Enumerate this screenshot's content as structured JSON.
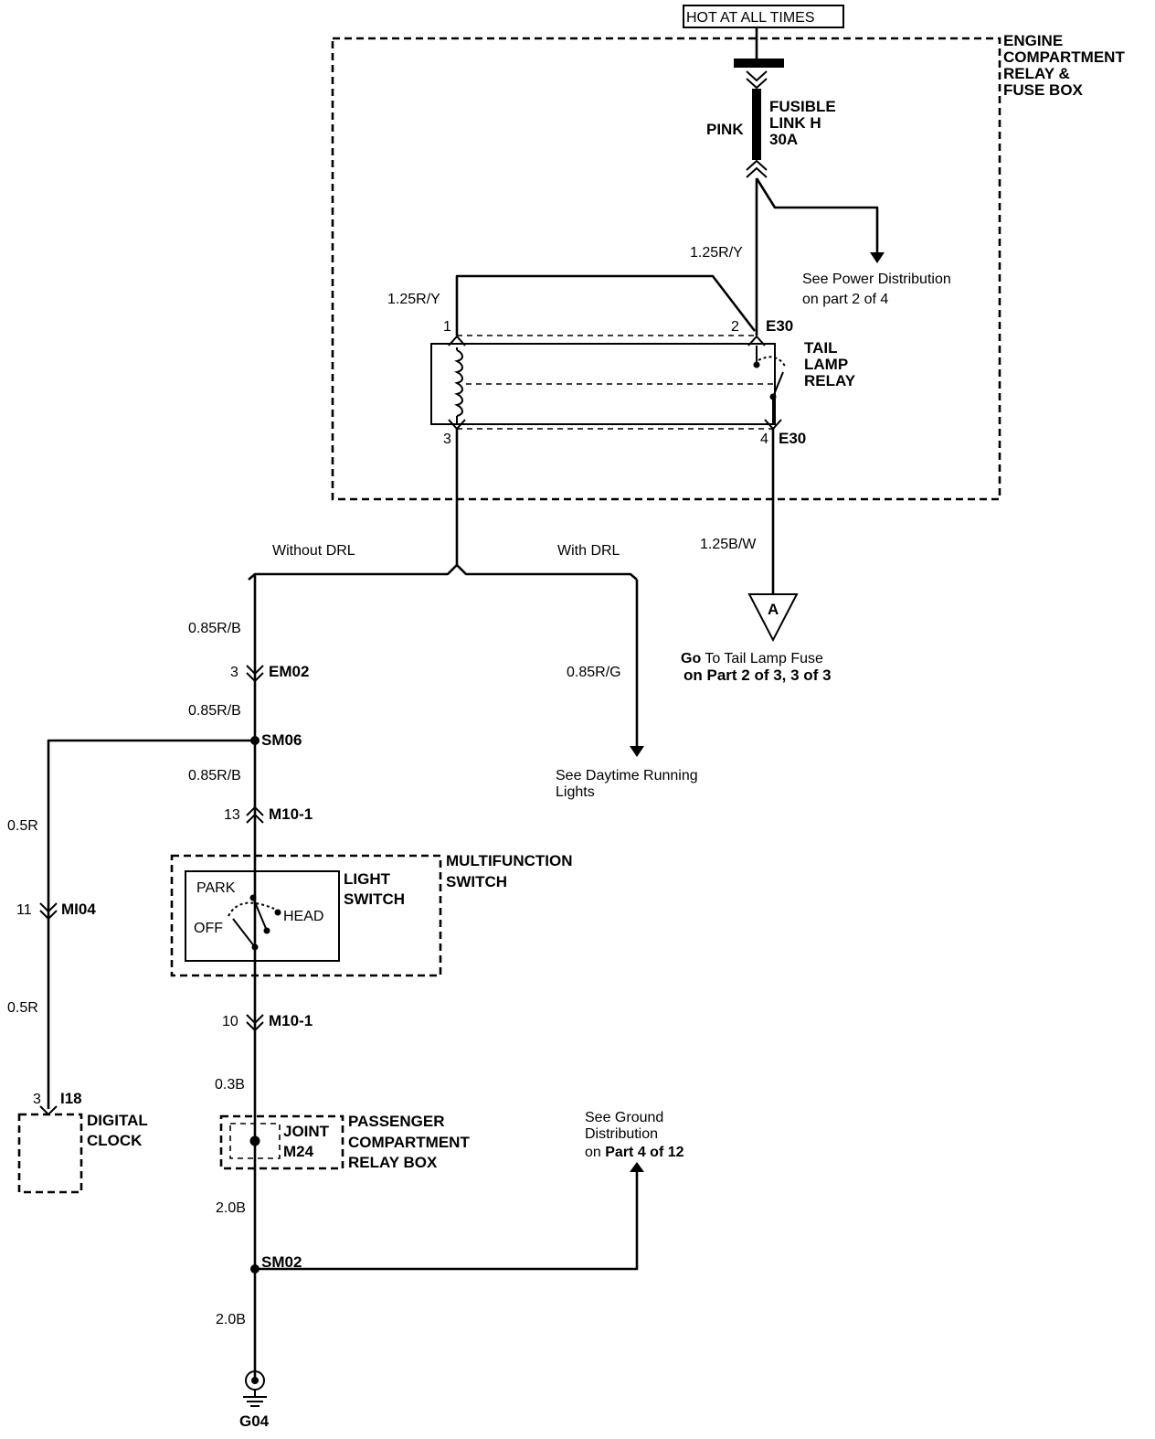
{
  "header": {
    "power_source": "HOT AT ALL TIMES"
  },
  "engine_box": {
    "title_1": "ENGINE",
    "title_2": "COMPARTMENT",
    "title_3": "RELAY &",
    "title_4": "FUSE BOX"
  },
  "fusible_link": {
    "name_1": "FUSIBLE",
    "name_2": "LINK H",
    "rating": "30A",
    "color": "PINK"
  },
  "power_ref": {
    "line_1": "See Power Distribution",
    "line_2": "on part 2 of 4"
  },
  "relay": {
    "name_1": "TAIL",
    "name_2": "LAMP",
    "name_3": "RELAY",
    "connector_top": "E30",
    "connector_bottom": "E30",
    "pin_1": "1",
    "pin_2": "2",
    "pin_3": "3",
    "pin_4": "4"
  },
  "wires": {
    "feed": "1.25R/Y",
    "coil_feed": "1.25R/Y",
    "output": "1.25B/W",
    "without_drl_1": "0.85R/B",
    "without_drl_2": "0.85R/B",
    "without_drl_3": "0.85R/B",
    "with_drl": "0.85R/G",
    "clock_1": "0.5R",
    "clock_2": "0.5R",
    "switch_ground": "0.3B",
    "ground_1": "2.0B",
    "ground_2": "2.0B"
  },
  "branches": {
    "without_drl": "Without DRL",
    "with_drl": "With DRL"
  },
  "tail_fuse_ref": {
    "symbol": "A",
    "line_1_bold": "Go",
    "line_1_rest": "To Tail Lamp Fuse",
    "line_2": "on Part 2 of 3, 3 of 3"
  },
  "drl_ref": {
    "line_1": "See Daytime Running",
    "line_2": "Lights"
  },
  "connectors": {
    "em02": {
      "name": "EM02",
      "pin": "3"
    },
    "sm06": {
      "name": "SM06"
    },
    "m10_top": {
      "name": "M10-1",
      "pin": "13"
    },
    "m10_bottom": {
      "name": "M10-1",
      "pin": "10"
    },
    "mi04": {
      "name": "MI04",
      "pin": "11"
    },
    "i18": {
      "name": "I18",
      "pin": "3"
    },
    "sm02": {
      "name": "SM02"
    },
    "g04": {
      "name": "G04"
    }
  },
  "multifunction_switch": {
    "title_1": "MULTIFUNCTION",
    "title_2": "SWITCH",
    "light_1": "LIGHT",
    "light_2": "SWITCH",
    "pos_park": "PARK",
    "pos_off": "OFF",
    "pos_head": "HEAD"
  },
  "digital_clock": {
    "line_1": "DIGITAL",
    "line_2": "CLOCK"
  },
  "junction": {
    "joint_1": "JOINT",
    "joint_2": "M24",
    "box_1": "PASSENGER",
    "box_2": "COMPARTMENT",
    "box_3": "RELAY BOX"
  },
  "ground_ref": {
    "line_1": "See Ground",
    "line_2": "Distribution",
    "line_3_a": "on",
    "line_3_b": "Part 4 of 12"
  }
}
